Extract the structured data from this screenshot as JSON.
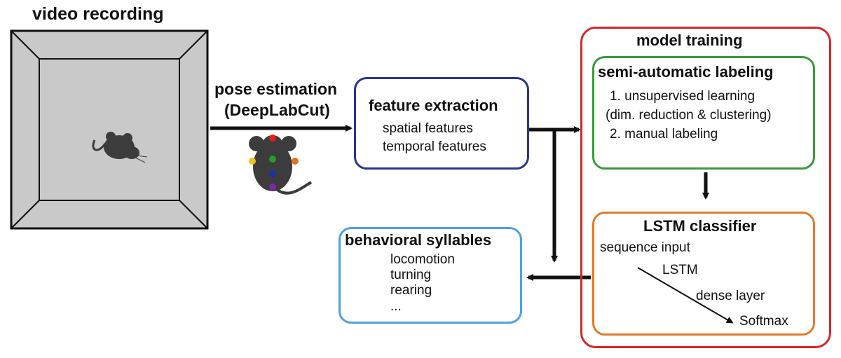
{
  "video": {
    "title": "video recording"
  },
  "pose": {
    "line1": "pose estimation",
    "line2": "(DeepLabCut)"
  },
  "feature": {
    "title": "feature extraction",
    "items": [
      "spatial features",
      "temporal features"
    ]
  },
  "training": {
    "title": "model training",
    "labeling": {
      "title": "semi-automatic labeling",
      "lines": [
        "1. unsupervised learning",
        "(dim. reduction & clustering)",
        "2. manual labeling"
      ]
    },
    "lstm": {
      "title": "LSTM classifier",
      "steps": [
        "sequence input",
        "LSTM",
        "dense layer",
        "Softmax"
      ]
    }
  },
  "behavior": {
    "title": "behavioral syllables",
    "items": [
      "locomotion",
      "turning",
      "rearing",
      "..."
    ]
  },
  "colors": {
    "feature_border": "#2a3590",
    "training_border": "#d62728",
    "labeling_border": "#3a9a3a",
    "lstm_border": "#e07b2a",
    "behavior_border": "#4da3d9",
    "arena_fill": "#c9c9c9",
    "mouse_fill": "#3c3c3c",
    "keypoint_colors": [
      "#e02020",
      "#f0c020",
      "#2a9a2a",
      "#e07020",
      "#2030a0",
      "#7a2aa0"
    ]
  }
}
